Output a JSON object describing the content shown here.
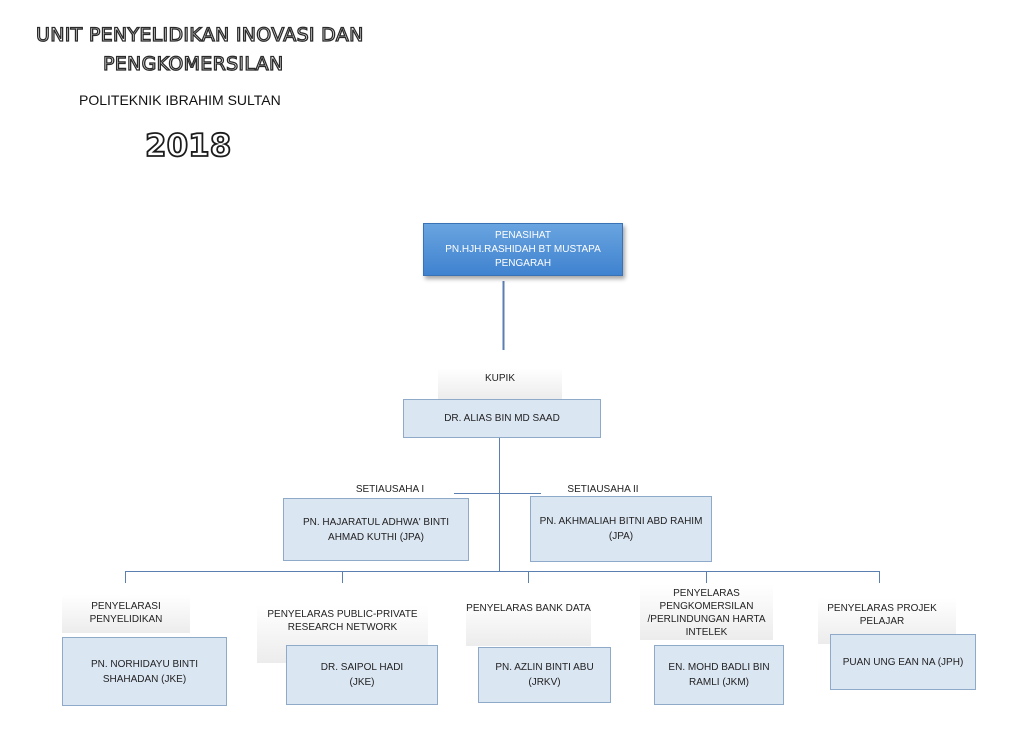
{
  "header": {
    "title_line1": "UNIT PENYELIDIKAN INOVASI DAN",
    "title_line2": "PENGKOMERSILAN",
    "institution": "POLITEKNIK IBRAHIM SULTAN",
    "year": "2018"
  },
  "advisor": {
    "role": "PENASIHAT",
    "name": "PN.HJH.RASHIDAH BT MUSTAPA",
    "title": "PENGARAH"
  },
  "head": {
    "role": "KUPIK",
    "name": "DR. ALIAS BIN MD SAAD"
  },
  "secretaries": [
    {
      "role": "SETIAUSAHA I",
      "name": "PN. HAJARATUL ADHWA' BINTI AHMAD KUTHI (JPA)"
    },
    {
      "role": "SETIAUSAHA II",
      "name": "PN. AKHMALIAH BITNI ABD RAHIM (JPA)"
    }
  ],
  "coordinators": [
    {
      "role": "PENYELARASI PENYELIDIKAN",
      "name_line1": "PN. NORHIDAYU BINTI",
      "name_line2": "SHAHADAN (JKE)"
    },
    {
      "role": "PENYELARAS PUBLIC-PRIVATE RESEARCH NETWORK",
      "name_line1": "DR. SAIPOL HADI",
      "name_line2": "(JKE)"
    },
    {
      "role": "PENYELARAS BANK DATA",
      "name_line1": "PN. AZLIN BINTI ABU",
      "name_line2": "(JRKV)"
    },
    {
      "role": "PENYELARAS PENGKOMERSILAN /PERLINDUNGAN HARTA INTELEK",
      "name_line1": "EN. MOHD BADLI BIN",
      "name_line2": "RAMLI (JKM)"
    },
    {
      "role": "PENYELARAS PROJEK PELAJAR",
      "name_line1": "PUAN UNG EAN NA (JPH)",
      "name_line2": ""
    }
  ],
  "colors": {
    "advisor_box": "#4a8ad6",
    "node_fill": "#dbe6f3",
    "node_border": "#8fa9c8",
    "connector": "#5b7fb0"
  }
}
